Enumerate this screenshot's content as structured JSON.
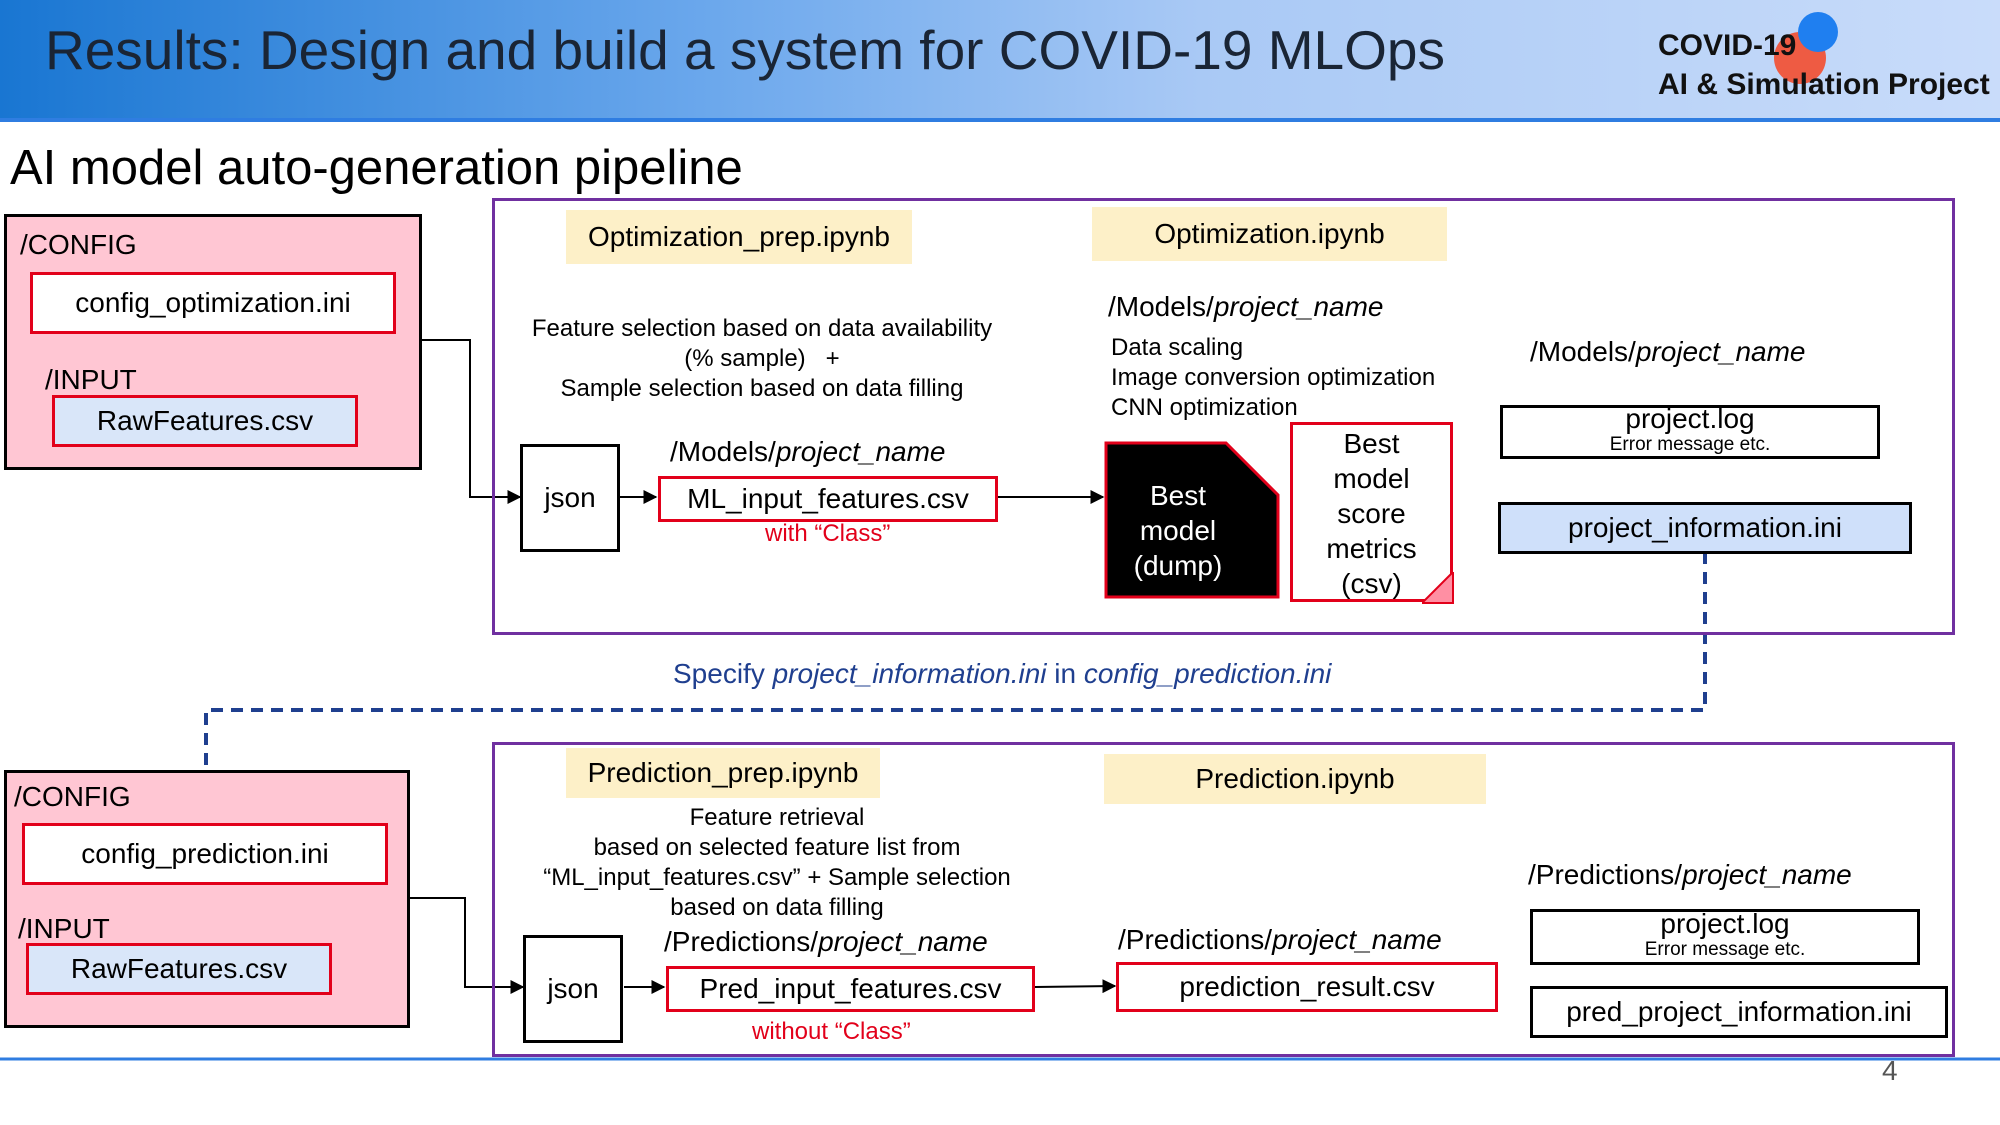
{
  "header": {
    "title": "Results: Design and build a system for COVID-19 MLOps",
    "logo_line1": "COVID-19",
    "logo_line2": "AI & Simulation Project"
  },
  "section_title": "AI model auto-generation pipeline",
  "top": {
    "config_label": "/CONFIG",
    "config_file": "config_optimization.ini",
    "input_label": "/INPUT",
    "input_file": "RawFeatures.csv",
    "prep_notebook": "Optimization_prep.ipynb",
    "opt_notebook": "Optimization.ipynb",
    "prep_desc_1": "Feature selection based on data availability",
    "prep_desc_2": "(% sample)   +",
    "prep_desc_3": "Sample selection based on data filling",
    "json": "json",
    "models_dir_prefix": "/Models/",
    "project_name": "project_name",
    "ml_input": "ML_input_features.csv",
    "with_class": "with “Class”",
    "opt_desc_1": "Data scaling",
    "opt_desc_2": "Image conversion optimization",
    "opt_desc_3": "CNN optimization",
    "best_model_1": "Best",
    "best_model_2": "model",
    "best_model_3": "(dump)",
    "metrics_1": "Best",
    "metrics_2": "model",
    "metrics_3": "score",
    "metrics_4": "metrics",
    "metrics_5": "(csv)",
    "project_log": "project.log",
    "error_msg": "Error message etc.",
    "project_info": "project_information.ini"
  },
  "link_note": {
    "part1": "Specify ",
    "part2": "project_information.ini",
    "part3": " in ",
    "part4": "config_prediction.ini"
  },
  "bottom": {
    "config_label": "/CONFIG",
    "config_file": "config_prediction.ini",
    "input_label": "/INPUT",
    "input_file": "RawFeatures.csv",
    "prep_notebook": "Prediction_prep.ipynb",
    "pred_notebook": "Prediction.ipynb",
    "prep_desc_1": "Feature retrieval",
    "prep_desc_2": "based on selected feature list from",
    "prep_desc_3": "“ML_input_features.csv” + Sample selection",
    "prep_desc_4": "based on data filling",
    "predictions_dir_prefix": "/Predictions/",
    "project_name": "project_name",
    "json": "json",
    "pred_input": "Pred_input_features.csv",
    "without_class": "without “Class”",
    "pred_result": "prediction_result.csv",
    "project_log": "project.log",
    "error_msg": "Error message etc.",
    "pred_info": "pred_project_information.ini"
  },
  "page_number": "4",
  "colors": {
    "header_blue": "#1976d2",
    "pink_box": "#ffc6d3",
    "section_border": "#7030a0",
    "file_border_red": "#e2001a",
    "notebook_tag": "#fdf0c8",
    "link_blue": "#1f3f8f",
    "logo_red": "#ee5b43",
    "logo_blue": "#1f7ff0"
  }
}
